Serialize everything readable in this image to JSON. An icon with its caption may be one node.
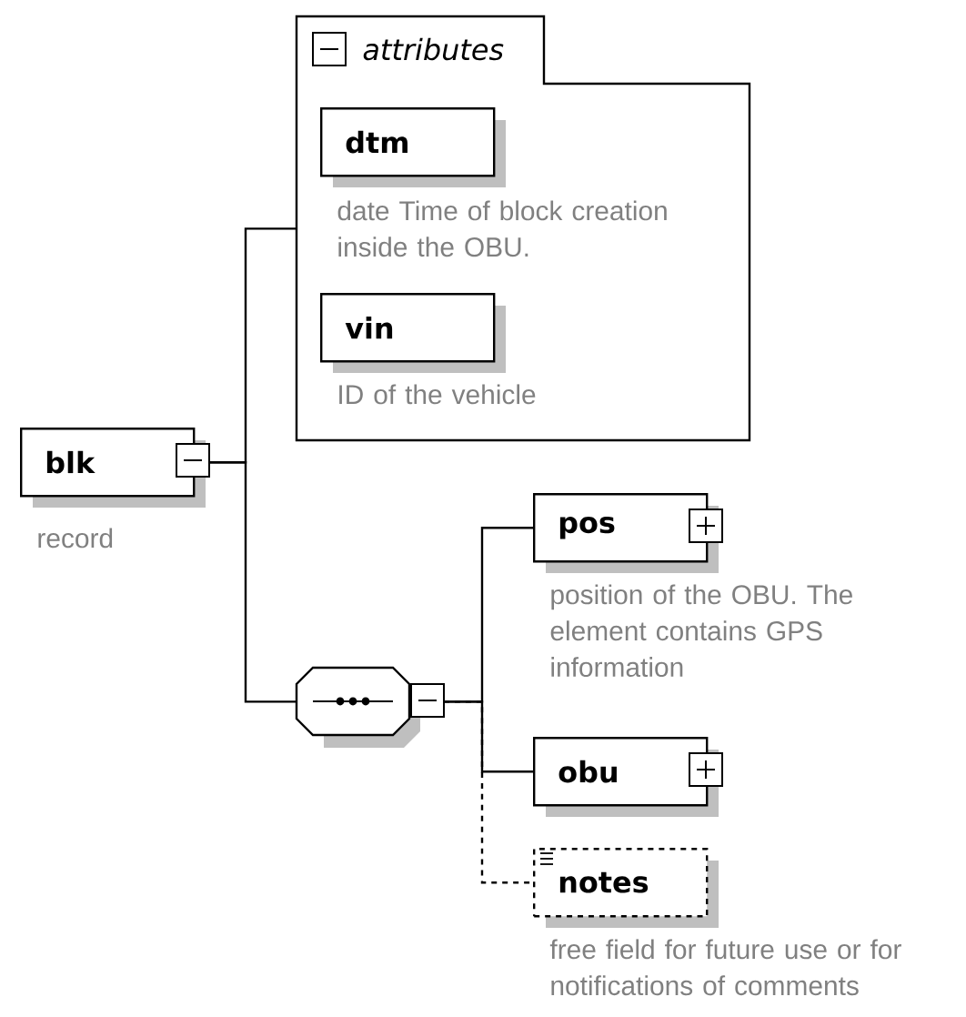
{
  "diagram": {
    "nodes": [
      {
        "text": [
          "blk"
        ],
        "beside": [
          "record"
        ]
      },
      {
        "text": [
          "attributes"
        ]
      },
      {
        "text": [
          "dtm"
        ],
        "in": 1,
        "beside": [
          "date Time of block creation inside the OBU."
        ]
      },
      {
        "text": [
          "vin"
        ],
        "in": 1,
        "beside": [
          "ID of the vehicle"
        ]
      },
      {
        "text": [],
        "shape": "octagon"
      },
      {
        "text": [
          "pos"
        ],
        "beside": [
          "position of the OBU. The element contains GPS information"
        ]
      },
      {
        "text": [
          "obu"
        ]
      },
      {
        "text": [
          "notes"
        ],
        "beside": [
          "free field for future use or for notifications of comments"
        ]
      }
    ],
    "edges": [
      {
        "from": 0,
        "to": 1,
        "arrow": "none"
      },
      {
        "from": 0,
        "to": 4,
        "arrow": "none"
      },
      {
        "from": 4,
        "to": 5,
        "arrow": "none"
      },
      {
        "from": 4,
        "to": 6,
        "arrow": "none"
      },
      {
        "from": 4,
        "to": 7,
        "arrow": "none",
        "style": "dashed"
      }
    ]
  }
}
